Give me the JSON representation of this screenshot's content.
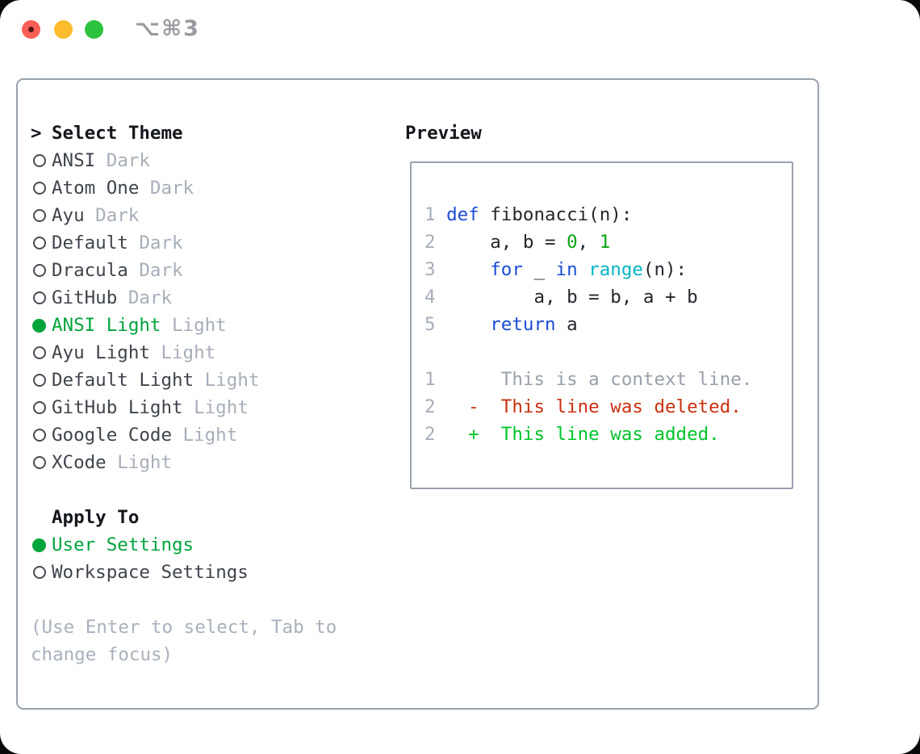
{
  "titlebar": {
    "shortcut": "⌥⌘3",
    "traffic_lights": [
      {
        "name": "close-button",
        "role": "close"
      },
      {
        "name": "minimize-button",
        "role": "minimize"
      },
      {
        "name": "zoom-button",
        "role": "zoom"
      }
    ]
  },
  "theme_list": {
    "header_marker": ">",
    "header_label": "Select Theme",
    "items": [
      {
        "name": "ANSI",
        "variant": "Dark",
        "selected": false
      },
      {
        "name": "Atom One",
        "variant": "Dark",
        "selected": false
      },
      {
        "name": "Ayu",
        "variant": "Dark",
        "selected": false
      },
      {
        "name": "Default",
        "variant": "Dark",
        "selected": false
      },
      {
        "name": "Dracula",
        "variant": "Dark",
        "selected": false
      },
      {
        "name": "GitHub",
        "variant": "Dark",
        "selected": false
      },
      {
        "name": "ANSI Light",
        "variant": "Light",
        "selected": true
      },
      {
        "name": "Ayu Light",
        "variant": "Light",
        "selected": false
      },
      {
        "name": "Default Light",
        "variant": "Light",
        "selected": false
      },
      {
        "name": "GitHub Light",
        "variant": "Light",
        "selected": false
      },
      {
        "name": "Google Code",
        "variant": "Light",
        "selected": false
      },
      {
        "name": "XCode",
        "variant": "Light",
        "selected": false
      }
    ]
  },
  "apply_to": {
    "header": "Apply To",
    "options": [
      {
        "label": "User Settings",
        "selected": true
      },
      {
        "label": "Workspace Settings",
        "selected": false
      }
    ]
  },
  "help_lines": [
    "(Use Enter to select, Tab to",
    "change focus)"
  ],
  "preview": {
    "label": "Preview",
    "lines": [
      {
        "num": "1",
        "tokens": [
          {
            "text": "def",
            "style": "kw"
          },
          {
            "text": " fibonacci(n):",
            "style": "fg"
          }
        ]
      },
      {
        "num": "2",
        "tokens": [
          {
            "text": "    a, b = ",
            "style": "fg"
          },
          {
            "text": "0",
            "style": "num"
          },
          {
            "text": ", ",
            "style": "fg"
          },
          {
            "text": "1",
            "style": "num"
          }
        ]
      },
      {
        "num": "3",
        "tokens": [
          {
            "text": "    ",
            "style": "fg"
          },
          {
            "text": "for",
            "style": "kw"
          },
          {
            "text": " _ ",
            "style": "fg"
          },
          {
            "text": "in",
            "style": "kw"
          },
          {
            "text": " ",
            "style": "fg"
          },
          {
            "text": "range",
            "style": "builtin"
          },
          {
            "text": "(n):",
            "style": "fg"
          }
        ]
      },
      {
        "num": "4",
        "tokens": [
          {
            "text": "        a, b = b, a + b",
            "style": "fg"
          }
        ]
      },
      {
        "num": "5",
        "tokens": [
          {
            "text": "    ",
            "style": "fg"
          },
          {
            "text": "return",
            "style": "kw"
          },
          {
            "text": " a",
            "style": "fg"
          }
        ]
      },
      {
        "num": "",
        "tokens": []
      },
      {
        "num": "1",
        "tokens": [
          {
            "text": "     This is a context line.",
            "style": "ctx"
          }
        ]
      },
      {
        "num": "2",
        "tokens": [
          {
            "text": "  -  This line was deleted.",
            "style": "del"
          }
        ]
      },
      {
        "num": "2",
        "tokens": [
          {
            "text": "  +  This line was added.",
            "style": "add"
          }
        ]
      }
    ]
  },
  "colors": {
    "panel_border": "#9aa2ad",
    "selection_green": "#00a43c",
    "muted_gray": "#a7aeb9",
    "keyword_blue": "#1a4cd6",
    "builtin_cyan": "#00b4c5",
    "number_green": "#0aa512",
    "diff_added": "#00c42a",
    "diff_deleted": "#c9300f",
    "light_red": "#f95f57",
    "light_yellow": "#fdbc2e",
    "light_green": "#2ec33f"
  }
}
